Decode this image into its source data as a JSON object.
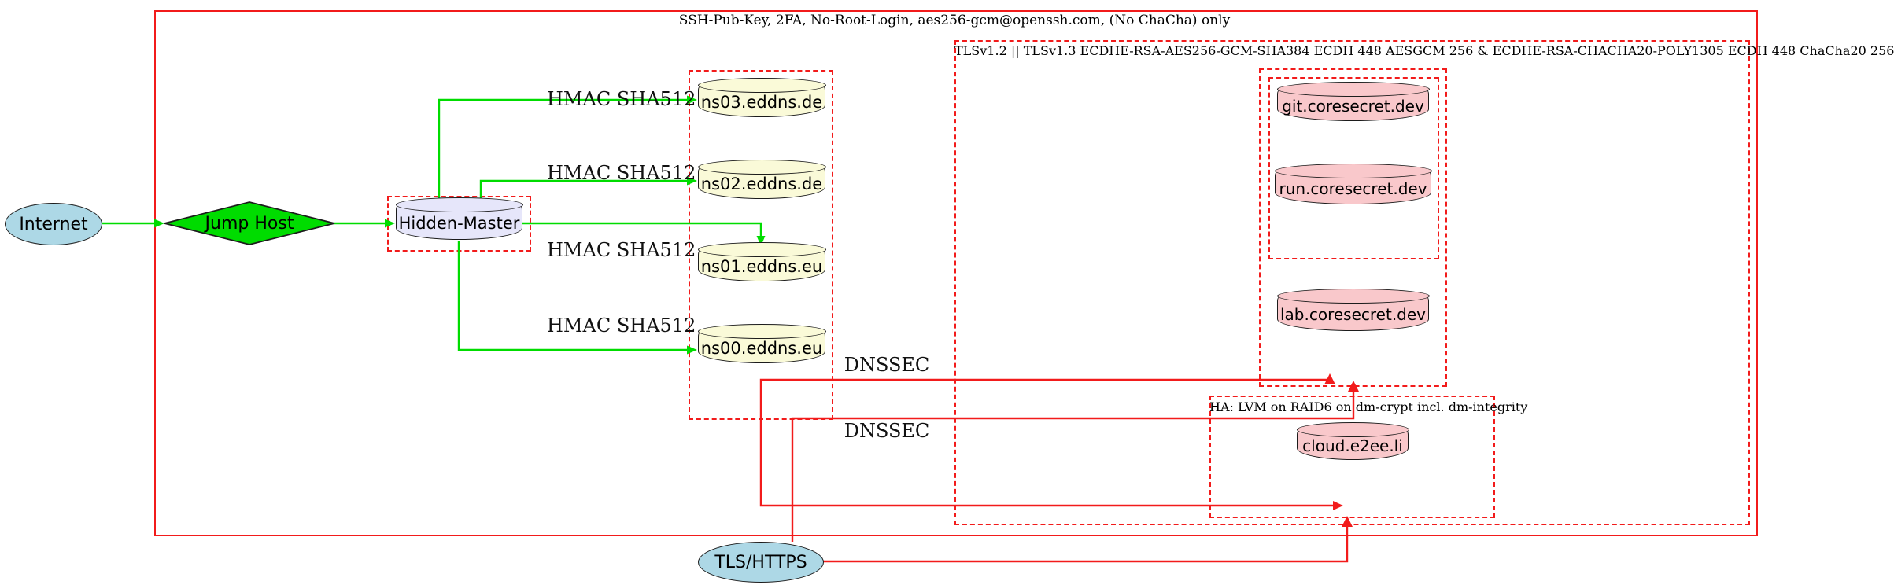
{
  "diagram_type": "graphviz-style network security diagram",
  "clusters": {
    "ssh": {
      "label": "SSH-Pub-Key, 2FA, No-Root-Login, aes256-gcm@openssh.com, (No ChaCha) only",
      "border": "solid red"
    },
    "tls": {
      "label": "TLSv1.2 || TLSv1.3 ECDHE-RSA-AES256-GCM-SHA384 ECDH 448 AESGCM 256 & ECDHE-RSA-CHACHA20-POLY1305 ECDH 448 ChaCha20 256",
      "border": "dashed red"
    },
    "ha": {
      "label": "HA: LVM on RAID6 on dm-crypt incl. dm-integrity",
      "border": "dashed red"
    },
    "nameservers": {
      "label": "",
      "border": "dashed red"
    },
    "hidden_master_box": {
      "label": "",
      "border": "dashed red"
    },
    "coresecret_outer": {
      "label": "",
      "border": "dashed red"
    },
    "coresecret_inner": {
      "label": "",
      "border": "dashed red"
    }
  },
  "nodes": {
    "internet": {
      "label": "Internet",
      "shape": "ellipse",
      "fill": "#add8e6"
    },
    "jump_host": {
      "label": "Jump Host",
      "shape": "diamond",
      "fill": "#00dc00"
    },
    "hidden_master": {
      "label": "Hidden-Master",
      "shape": "cylinder",
      "fill": "#e6e6fa"
    },
    "ns03": {
      "label": "ns03.eddns.de",
      "shape": "cylinder",
      "fill": "#fafad8"
    },
    "ns02": {
      "label": "ns02.eddns.de",
      "shape": "cylinder",
      "fill": "#fafad8"
    },
    "ns01": {
      "label": "ns01.eddns.eu",
      "shape": "cylinder",
      "fill": "#fafad8"
    },
    "ns00": {
      "label": "ns00.eddns.eu",
      "shape": "cylinder",
      "fill": "#fafad8"
    },
    "git": {
      "label": "git.coresecret.dev",
      "shape": "cylinder",
      "fill": "#f9c8cb"
    },
    "run": {
      "label": "run.coresecret.dev",
      "shape": "cylinder",
      "fill": "#f9c8cb"
    },
    "lab": {
      "label": "lab.coresecret.dev",
      "shape": "cylinder",
      "fill": "#f9c8cb"
    },
    "cloud": {
      "label": "cloud.e2ee.li",
      "shape": "cylinder",
      "fill": "#f9c8cb"
    },
    "tls_https": {
      "label": "TLS/HTTPS",
      "shape": "ellipse",
      "fill": "#add8e6"
    }
  },
  "edge_labels": {
    "hmac": "HMAC SHA512",
    "dnssec": "DNSSEC"
  },
  "edges": [
    {
      "from": "internet",
      "to": "jump_host",
      "color": "green",
      "label": ""
    },
    {
      "from": "jump_host",
      "to": "hidden_master",
      "color": "green",
      "label": ""
    },
    {
      "from": "hidden_master",
      "to": "ns03",
      "color": "green",
      "label": "HMAC SHA512"
    },
    {
      "from": "hidden_master",
      "to": "ns02",
      "color": "green",
      "label": "HMAC SHA512"
    },
    {
      "from": "hidden_master",
      "to": "ns01",
      "color": "green",
      "label": "HMAC SHA512"
    },
    {
      "from": "hidden_master",
      "to": "ns00",
      "color": "green",
      "label": "HMAC SHA512"
    },
    {
      "from": "nameservers",
      "to": "coresecret_outer",
      "color": "red",
      "label": "DNSSEC"
    },
    {
      "from": "nameservers",
      "to": "ha",
      "color": "red",
      "label": "DNSSEC"
    },
    {
      "from": "tls_https",
      "to": "coresecret_outer",
      "color": "red",
      "label": ""
    },
    {
      "from": "tls_https",
      "to": "ha",
      "color": "red",
      "label": ""
    }
  ],
  "colors": {
    "edge_green": "#00dc00",
    "edge_red": "#f21b1b",
    "node_border": "#1c1c1c",
    "lightblue": "#add8e6",
    "lavender": "#e6e6fa",
    "lightyellow": "#fafad8",
    "pink": "#f9c8cb"
  }
}
